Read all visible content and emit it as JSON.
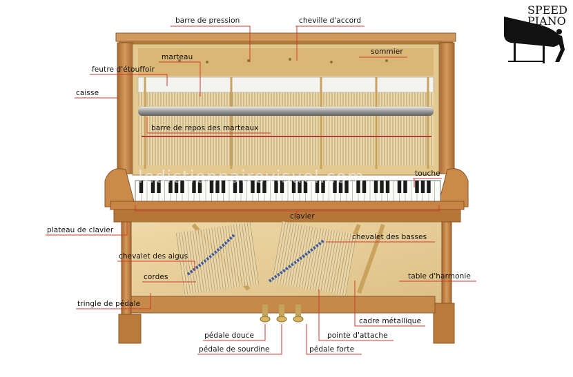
{
  "brand": {
    "line1": "SPEED",
    "line2": "PIANO"
  },
  "watermark": "ledictionnairevisuel.com",
  "labels": {
    "barre_de_pression": "barre de pression",
    "cheville_daccord": "cheville d'accord",
    "sommier": "sommier",
    "marteau": "marteau",
    "feutre_detouffoir": "feutre d'étouffoir",
    "caisse": "caisse",
    "barre_de_repos": "barre de repos des marteaux",
    "touche": "touche",
    "clavier": "clavier",
    "plateau_de_clavier": "plateau de clavier",
    "chevalet_des_basses": "chevalet des basses",
    "chevalet_des_aigus": "chevalet des aigus",
    "cordes": "cordes",
    "table_dharmonie": "table d'harmonie",
    "tringle_de_pedale": "tringle de pédale",
    "cadre_metallique": "cadre métallique",
    "pedale_douce": "pédale douce",
    "pointe_dattache": "pointe d'attache",
    "pedale_de_sourdine": "pédale de sourdine",
    "pedale_forte": "pédale forte"
  },
  "colors": {
    "wood": "#c98a4a",
    "wood_dark": "#8a5526",
    "frame_gold": "#d9b877",
    "soundboard": "#e8cf9a",
    "leader_line": "#d23a2e"
  }
}
